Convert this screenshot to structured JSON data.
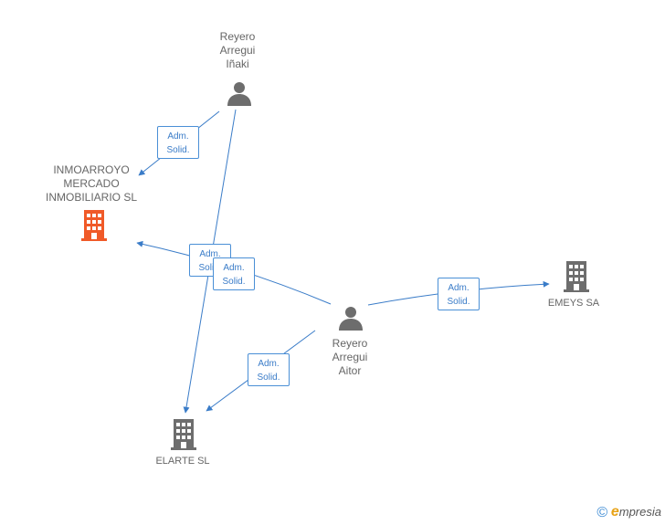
{
  "colors": {
    "edge": "#3a7cc8",
    "company": "#6d6d6d",
    "company_highlight": "#f05a28",
    "person": "#6d6d6d"
  },
  "nodes": {
    "inaki": {
      "name": "Reyero\nArregui\nIñaki",
      "icon": "person-icon"
    },
    "aitor": {
      "name": "Reyero\nArregui\nAitor",
      "icon": "person-icon"
    },
    "inmoarroyo": {
      "name": "INMOARROYO\nMERCADO\nINMOBILIARIO SL",
      "icon": "building-icon"
    },
    "emeys": {
      "name": "EMEYS SA",
      "icon": "building-icon"
    },
    "elarte": {
      "name": "ELARTE SL",
      "icon": "building-icon"
    }
  },
  "edges": {
    "inaki_inmoarroyo": "Adm.\nSolid.",
    "inaki_elarte": "Adm.\nSolid.",
    "aitor_inmoarroyo": "Adm.\nSolid.",
    "aitor_emeys": "Adm.\nSolid.",
    "aitor_elarte": "Adm.\nSolid."
  },
  "footer": {
    "copyright": "©",
    "brand_initial": "e",
    "brand_rest": "mpresia"
  }
}
